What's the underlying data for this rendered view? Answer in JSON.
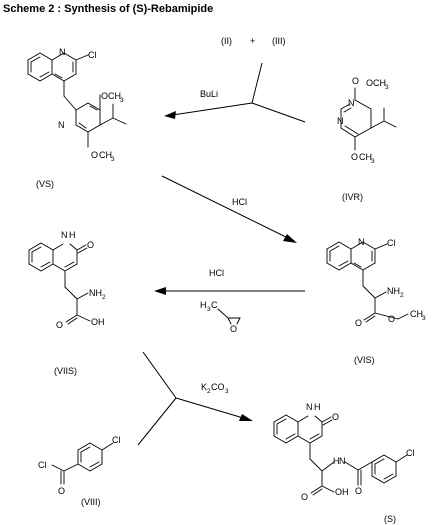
{
  "title": "Scheme 2 :  Synthesis of (S)-Rebamipide",
  "reagents": {
    "start_a": "(II)",
    "plus": "+",
    "start_b": "(III)",
    "step1": "BuLi",
    "step2": "HCl",
    "step3": "HCl",
    "step4_base": "K",
    "step4_sub1": "2",
    "step4_mid": "CO",
    "step4_sub2": "3",
    "epoxide_H": "H",
    "epoxide_sub": "3",
    "epoxide_C": "C",
    "epoxide_O": "O"
  },
  "compounds": {
    "IVR": "(IVR)",
    "VS": "(VS)",
    "VIS": "(VIS)",
    "VIIS": "(VIIS)",
    "VIII": "(VIII)",
    "S": "(S)"
  },
  "atoms": {
    "N": "N",
    "NH": "N",
    "H": "H",
    "O": "O",
    "Cl": "Cl",
    "OCH": "OCH",
    "three": "3",
    "NH2": "NH",
    "two": "2",
    "OH": "OH",
    "OHlabel": "O",
    "Hlabel": "H",
    "methyl_O": "O",
    "CH3": "CH"
  }
}
